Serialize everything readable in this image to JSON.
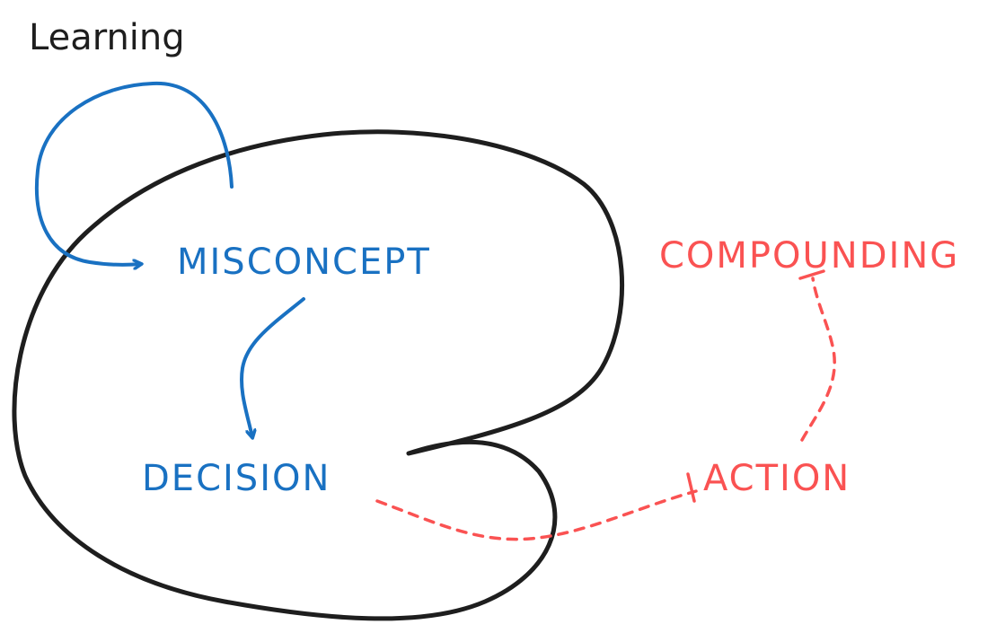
{
  "diagram": {
    "title": "Learning",
    "nodes": {
      "misconcept": "MISCONCEPT",
      "decision": "DECISION",
      "compounding": "COMPOUNDING",
      "action": "ACTION"
    },
    "colors": {
      "outline": "#1e1e1e",
      "blue": "#1971c2",
      "red": "#fa5252"
    }
  }
}
